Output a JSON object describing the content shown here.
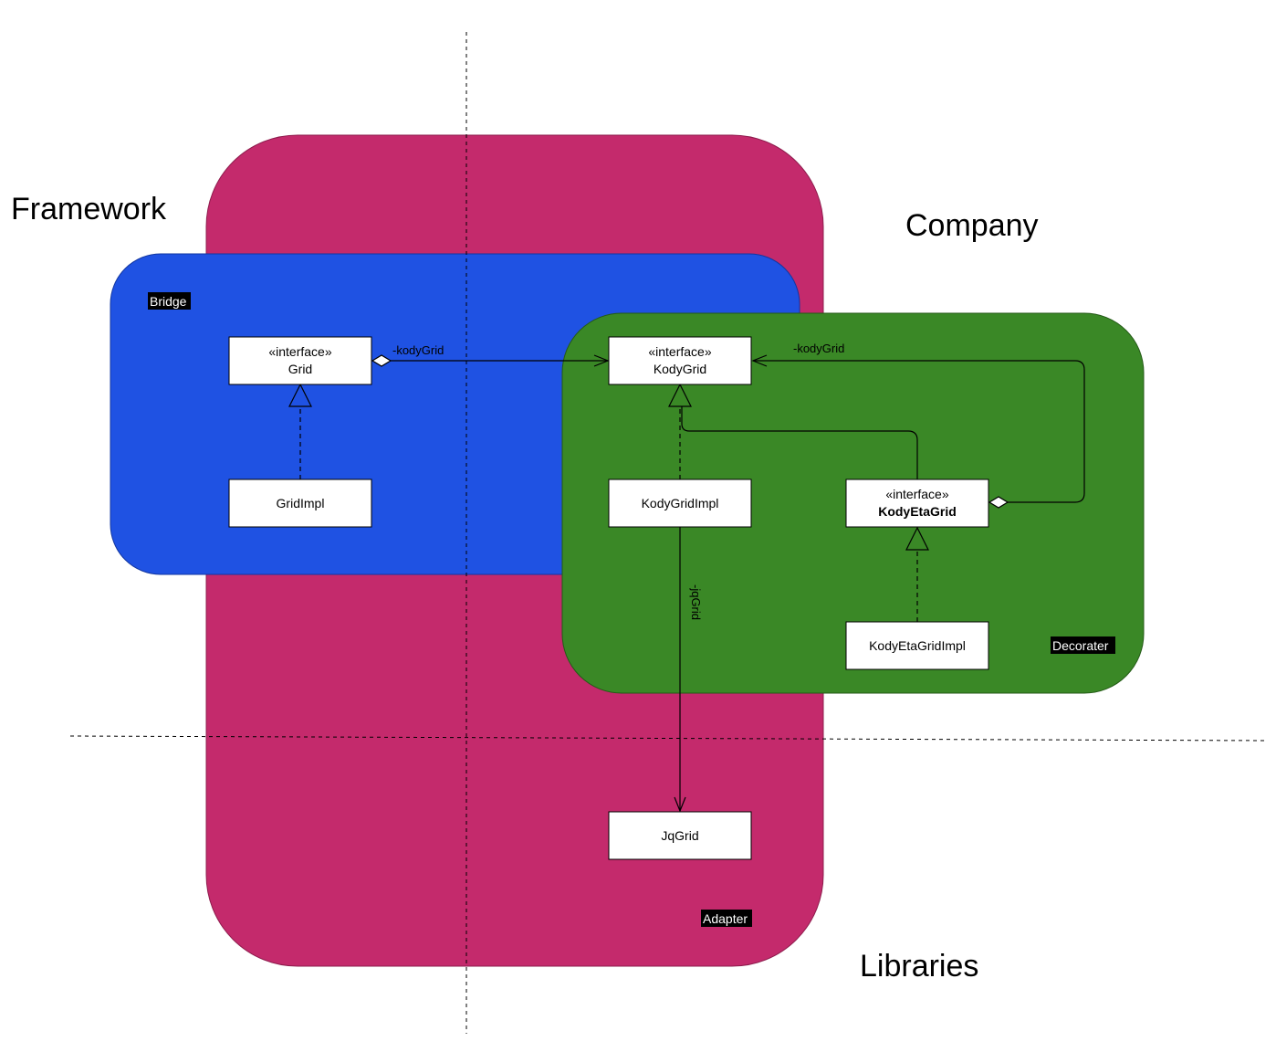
{
  "regions": {
    "framework": "Framework",
    "company": "Company",
    "libraries": "Libraries"
  },
  "patterns": {
    "bridge": "Bridge",
    "decorater": "Decorater",
    "adapter": "Adapter"
  },
  "colors": {
    "adapter_fill": "#c42a6c",
    "bridge_fill": "#1f52e3",
    "decorater_fill": "#3a8826",
    "tag_background": "#000000"
  },
  "classes": {
    "grid": {
      "stereotype": "«interface»",
      "name": "Grid"
    },
    "grid_impl": {
      "name": "GridImpl"
    },
    "kody_grid": {
      "stereotype": "«interface»",
      "name": "KodyGrid"
    },
    "kody_grid_impl": {
      "name": "KodyGridImpl"
    },
    "kody_eta_grid": {
      "stereotype": "«interface»",
      "name": "KodyEtaGrid"
    },
    "kody_eta_grid_impl": {
      "name": "KodyEtaGridImpl"
    },
    "jq_grid": {
      "name": "JqGrid"
    }
  },
  "edges": {
    "grid_to_kodygrid": "-kodyGrid",
    "kodyetagrid_to_kodygrid": "-kodyGrid",
    "kodygridimpl_to_jqgrid": "-jqGrid"
  }
}
